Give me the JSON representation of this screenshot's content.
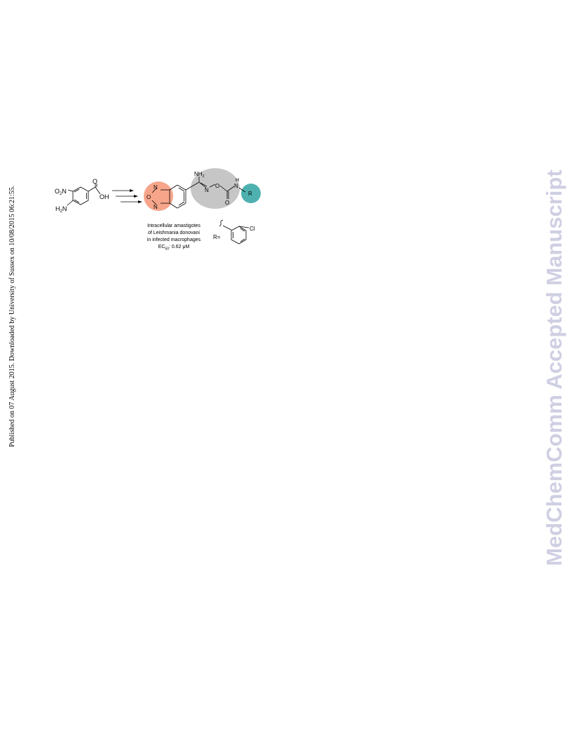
{
  "publication_notice": "Published on 07 August 2015. Downloaded by University of Sussex on 10/08/2015 06:21:55.",
  "watermark": "MedChemComm Accepted Manuscript",
  "scheme": {
    "starting_material": {
      "no2": {
        "o": "O",
        "sub": "2",
        "n": "N"
      },
      "nh2": {
        "h": "H",
        "sub": "2",
        "n": "N"
      },
      "o": "O",
      "oh": "OH"
    },
    "product": {
      "furazan": {
        "n_top": "N",
        "o": "O",
        "n_bottom": "N"
      },
      "amidine_nh2": {
        "nh": "NH",
        "sub": "2"
      },
      "n_oxime": "N",
      "o_link": "O",
      "o_carbonyl": "O",
      "nh": {
        "h": "H",
        "n": "N"
      },
      "r": "R"
    },
    "activity": {
      "line1": "Intracellular amastigotes",
      "line2": "of Leishmania donovani",
      "line3": "in infected macrophages",
      "ec50_prefix": "EC",
      "ec50_sub": "50",
      "ec50_value": ": 0.62 μM"
    },
    "r_group": {
      "label": "R=",
      "cl": "Cl"
    },
    "colors": {
      "furazan_highlight": "#f6a58a",
      "linker_highlight": "#c6c6c6",
      "r_highlight": "#4eb1b0",
      "watermark": "#cfcfe3"
    }
  }
}
